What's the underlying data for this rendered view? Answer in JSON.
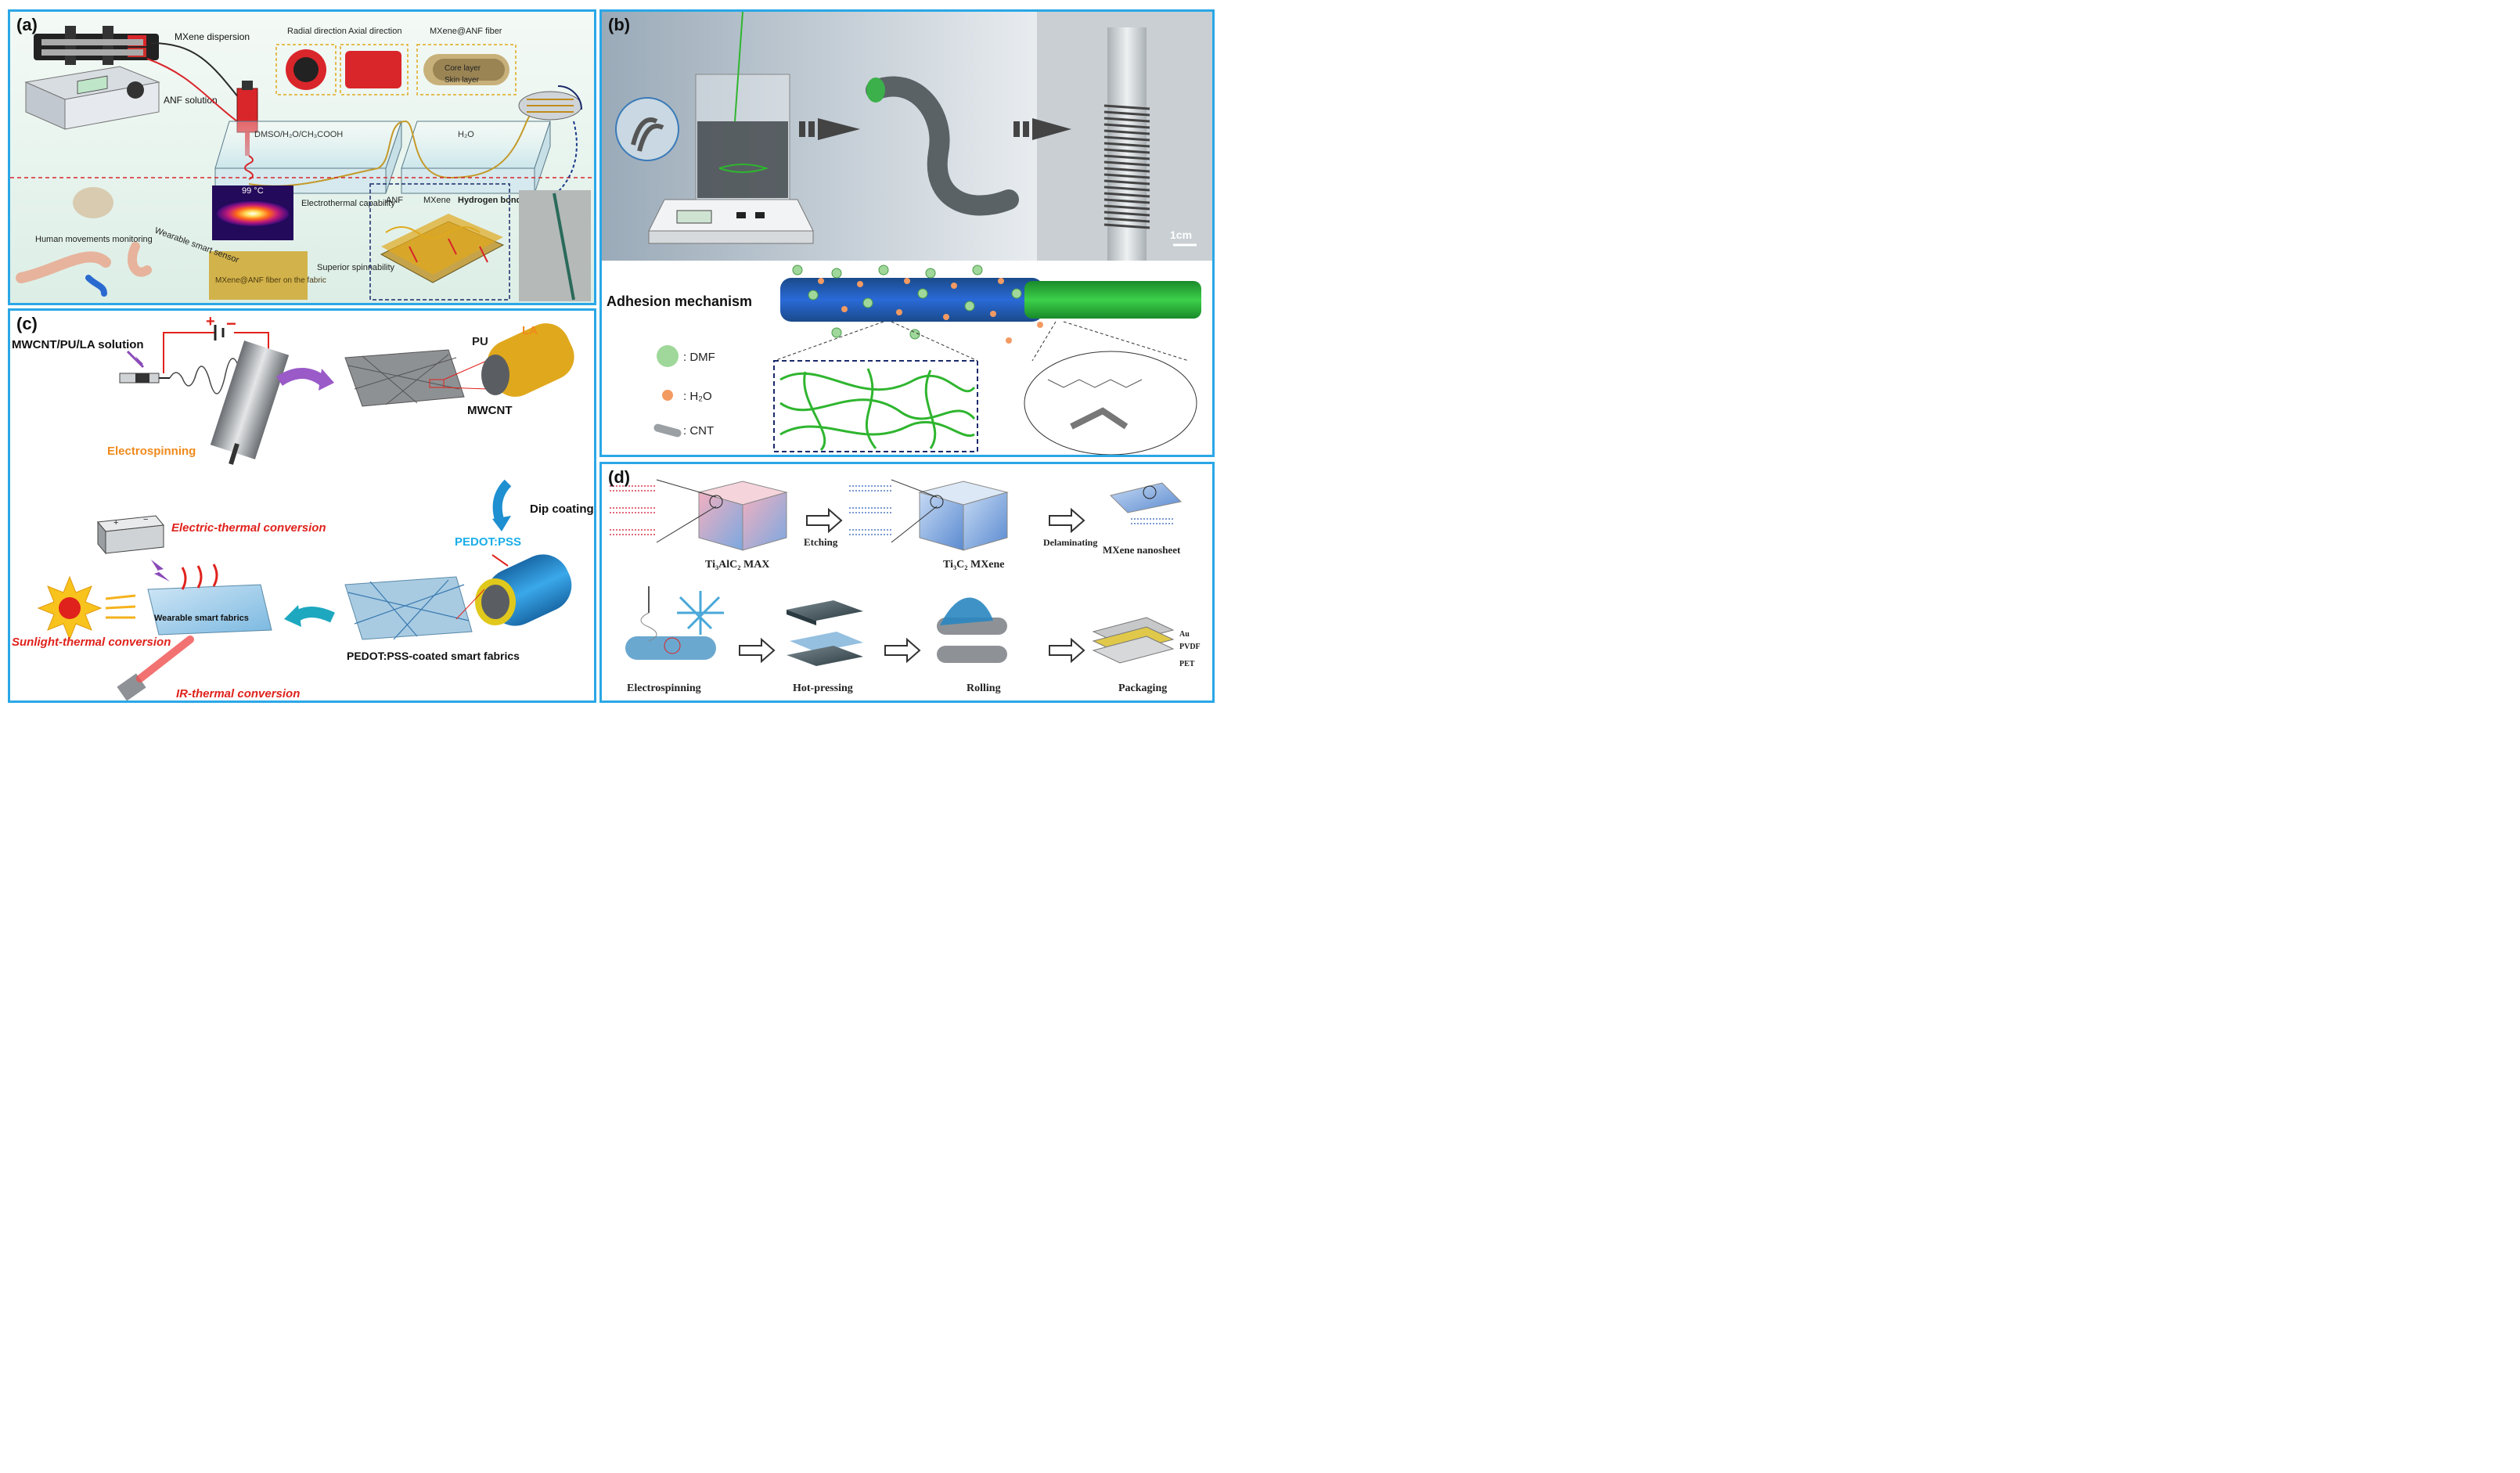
{
  "a": {
    "label": "(a)",
    "mxene_dispersion": "MXene dispersion",
    "radial": "Radial direction",
    "axial": "Axial direction",
    "fiber_title": "MXene@ANF fiber",
    "core_layer": "Core layer",
    "skin_layer": "Skin layer",
    "anf_solution": "ANF solution",
    "bath1": "DMSO/H₂O/CH₃COOH",
    "bath2": "H₂O",
    "temp": "99 °C",
    "electrothermal": "Electrothermal capability",
    "legend_anf": "ANF",
    "legend_mxene": "MXene",
    "legend_hbond": "Hydrogen bond",
    "human_monitoring": "Human movements monitoring",
    "wearable_sensor": "Wearable smart sensor",
    "superior_spin": "Superior spinnability",
    "fabric_label": "MXene@ANF fiber on the fabric"
  },
  "b": {
    "label": "(b)",
    "scale": "1cm",
    "adhesion": "Adhesion mechanism",
    "dmf": ": DMF",
    "h2o": ": H₂O",
    "cnt": ": CNT"
  },
  "c": {
    "label": "(c)",
    "solution": "MWCNT/PU/LA solution",
    "plus": "+",
    "minus": "−",
    "electrospinning": "Electrospinning",
    "pu": "PU",
    "la": "LA",
    "mwcnt": "MWCNT",
    "dip_coating": "Dip coating",
    "pedot": "PEDOT:PSS",
    "electric_thermal": "Electric-thermal conversion",
    "wearable_fabrics": "Wearable smart fabrics",
    "sunlight_thermal": "Sunlight-thermal conversion",
    "ir_thermal": "IR-thermal conversion",
    "coated_fabrics": "PEDOT:PSS-coated smart fabrics",
    "battery_plus": "+",
    "battery_minus": "−"
  },
  "d": {
    "label": "(d)",
    "max": "Ti₃AlC₂ MAX",
    "etching": "Etching",
    "mxene": "Ti₃C₂ MXene",
    "delaminating": "Delaminating",
    "nanosheet": "MXene nanosheet",
    "electrospinning": "Electrospinning",
    "hot_pressing": "Hot-pressing",
    "rolling": "Rolling",
    "packaging": "Packaging",
    "au": "Au",
    "pvdf": "PVDF",
    "pet": "PET"
  },
  "colors": {
    "frame": "#2aa7e6",
    "mxene_red": "#d9262b",
    "anf_gold": "#e0a81c",
    "cnt_green": "#2fb52f",
    "pedot_blue": "#1e8fd0",
    "label_red": "#e0221c",
    "label_orange": "#f08a1c"
  }
}
